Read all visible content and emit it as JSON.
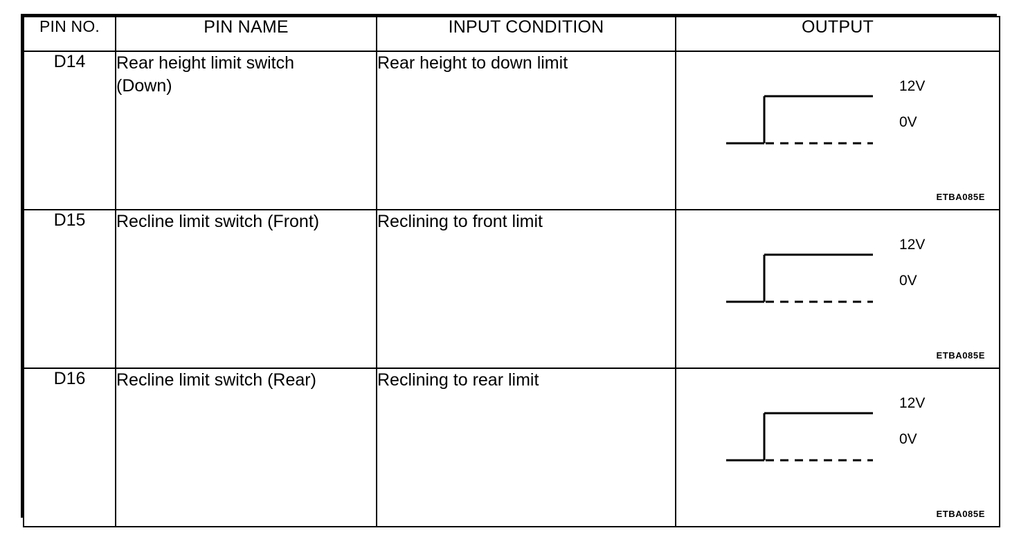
{
  "table": {
    "headers": [
      {
        "key": "pin_no",
        "label": "PIN NO."
      },
      {
        "key": "pin_name",
        "label": "PIN NAME"
      },
      {
        "key": "input_condition",
        "label": "INPUT CONDITION"
      },
      {
        "key": "output",
        "label": "OUTPUT"
      }
    ],
    "rows": [
      {
        "pin_no": "D14",
        "pin_name_line1": "Rear height limit switch",
        "pin_name_line2": "(Down)",
        "input_condition": "Rear height to down limit",
        "output": {
          "high_label": "12V",
          "low_label": "0V",
          "ref_code": "ETBA085E"
        }
      },
      {
        "pin_no": "D15",
        "pin_name_line1": "Recline limit switch (Front)",
        "pin_name_line2": "",
        "input_condition": "Reclining to front limit",
        "output": {
          "high_label": "12V",
          "low_label": "0V",
          "ref_code": "ETBA085E"
        }
      },
      {
        "pin_no": "D16",
        "pin_name_line1": "Recline limit switch (Rear)",
        "pin_name_line2": "",
        "input_condition": "Reclining to rear limit",
        "output": {
          "high_label": "12V",
          "low_label": "0V",
          "ref_code": "ETBA085E"
        }
      }
    ]
  },
  "waveform": {
    "type": "rising-step",
    "description": "Signal steps from 0V low to 12V high",
    "stroke_color": "#000000"
  },
  "colors": {
    "ink": "#000000",
    "paper": "#ffffff"
  }
}
